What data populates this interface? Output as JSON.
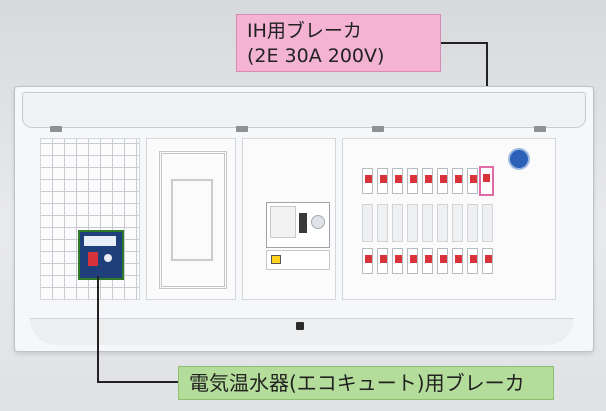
{
  "callouts": {
    "ih_breaker_line1": "IH用ブレーカ",
    "ih_breaker_line2": "(2E 30A 200V)",
    "water_heater_breaker": "電気温水器(エコキュート)用ブレーカ"
  },
  "colors": {
    "callout_pink": "#f4b3d3",
    "callout_green": "#b4dc9a",
    "breaker_switch": "#d8323a",
    "rcd_body": "#1f3f7a"
  },
  "icons": {
    "logo": "round-maker-logo-icon",
    "warning": "warning-triangle-icon"
  }
}
